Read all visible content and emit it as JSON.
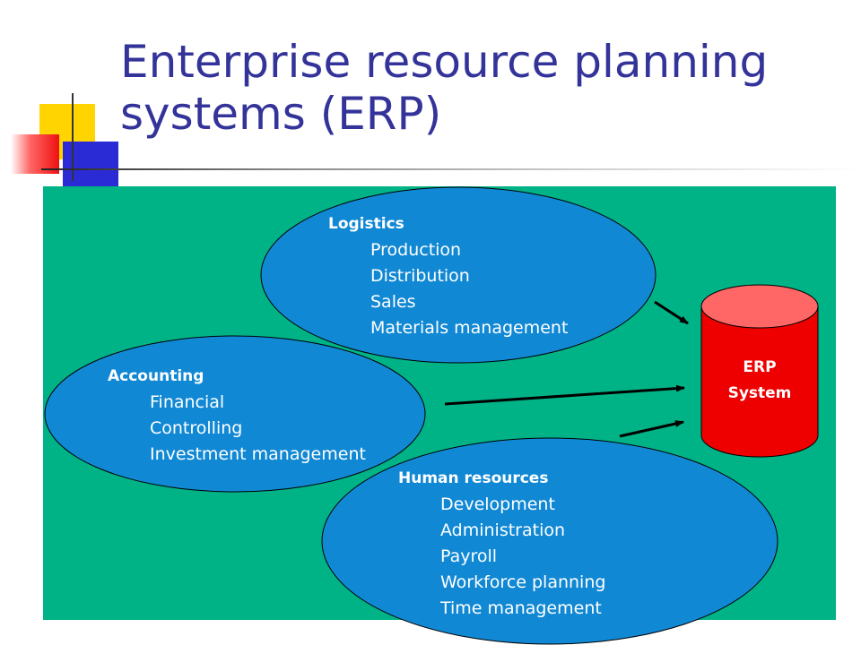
{
  "slide": {
    "title": "Enterprise resource planning systems (ERP)"
  },
  "diagram": {
    "colors": {
      "panel": "#00b386",
      "ellipse": "#1188d4",
      "cylinder": "#ee0000",
      "cylinder_top": "#ff6666",
      "title": "#333399"
    },
    "logistics": {
      "heading": "Logistics",
      "items": [
        "Production",
        "Distribution",
        "Sales",
        "Materials management"
      ]
    },
    "accounting": {
      "heading": "Accounting",
      "items": [
        "Financial",
        "Controlling",
        "Investment management"
      ]
    },
    "human_resources": {
      "heading": "Human resources",
      "items": [
        "Development",
        "Administration",
        "Payroll",
        "Workforce planning",
        "Time management"
      ]
    },
    "erp": {
      "line1": "ERP",
      "line2": "System"
    }
  }
}
